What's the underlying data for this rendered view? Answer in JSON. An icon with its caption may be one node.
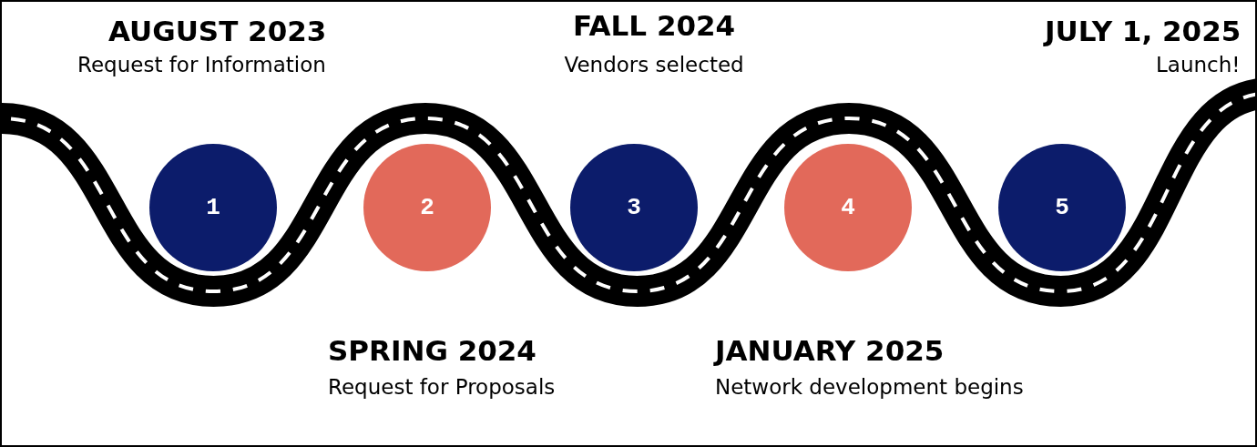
{
  "diagram": {
    "nodes": [
      {
        "text": [
          "1"
        ],
        "beside": [
          "AUGUST 2023",
          "Request for Information"
        ]
      },
      {
        "text": [
          "2"
        ],
        "beside": [
          "SPRING 2024",
          "Request for Proposals"
        ]
      },
      {
        "text": [
          "3"
        ],
        "beside": [
          "FALL 2024",
          "Vendors selected"
        ]
      },
      {
        "text": [
          "4"
        ],
        "beside": [
          "JANUARY 2025",
          "Network development begins"
        ]
      },
      {
        "text": [
          "5"
        ],
        "beside": [
          "JULY 1, 2025",
          "Launch!"
        ]
      }
    ]
  }
}
